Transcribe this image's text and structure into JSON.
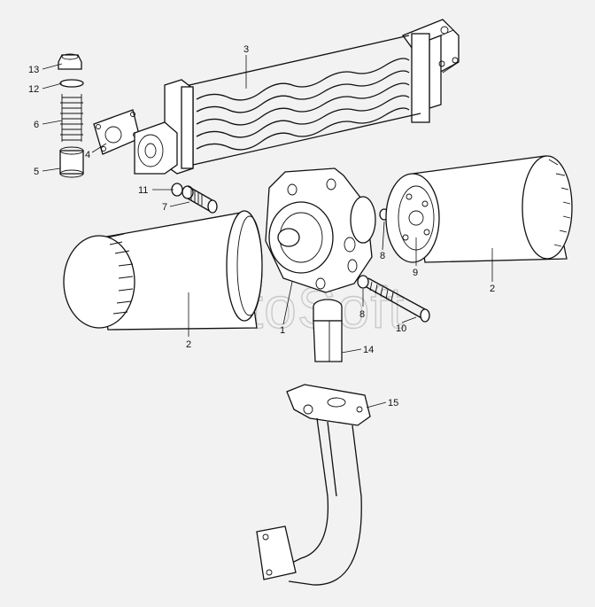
{
  "watermark": "AutoSoft",
  "callouts": {
    "c1": "1",
    "c2a": "2",
    "c2b": "2",
    "c3": "3",
    "c4": "4",
    "c5": "5",
    "c6": "6",
    "c7": "7",
    "c8a": "8",
    "c8b": "8",
    "c9": "9",
    "c10": "10",
    "c11": "11",
    "c12": "12",
    "c13": "13",
    "c14": "14",
    "c15": "15"
  },
  "colors": {
    "background": "#f2f2f2",
    "line": "#111111",
    "watermark": "#c9c9c9"
  }
}
